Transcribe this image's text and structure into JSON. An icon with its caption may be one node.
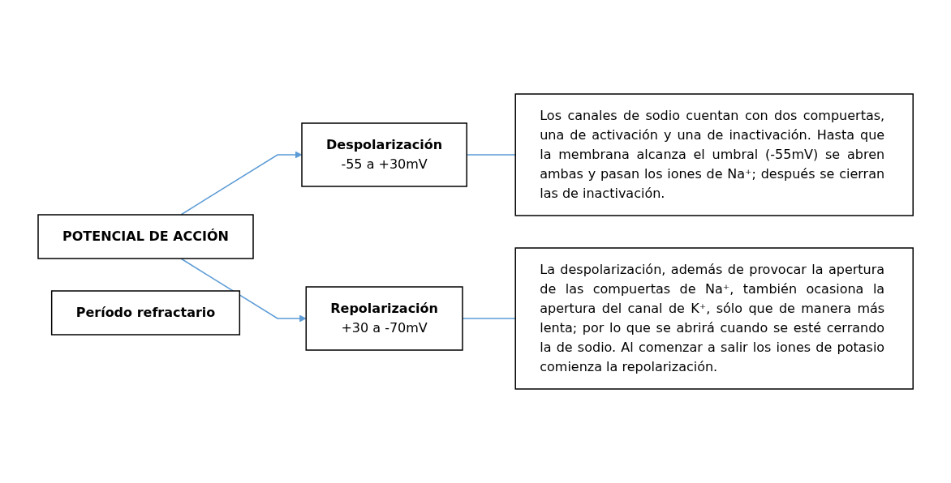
{
  "diagram": {
    "nodes": [
      {
        "text": [
          "POTENCIAL DE ACCIÓN"
        ]
      },
      {
        "text": [
          "Despolarización",
          "-55 a +30mV"
        ]
      },
      {
        "text": [
          "Los canales de sodio cuentan con dos compuertas, una de activación y una de inactivación. Hasta que la membrana alcanza el umbral (-55mV) se abren ambas y pasan los iones de Na⁺; después se cierran las de inactivación."
        ]
      },
      {
        "text": [
          "Repolarización",
          "+30 a -70mV"
        ]
      },
      {
        "text": [
          "La despolarización, además de provocar la apertura de las compuertas de Na⁺, también ocasiona la apertura del canal de K⁺, sólo que de manera más lenta; por lo que se abrirá cuando se esté cerrando la de sodio. Al comenzar a salir los iones de potasio comienza la repolarización."
        ]
      },
      {
        "text": [
          "Período refractario"
        ]
      }
    ],
    "edges": [
      {
        "from": 0,
        "to": 1,
        "arrow": "to"
      },
      {
        "from": 0,
        "to": 3,
        "arrow": "to"
      },
      {
        "from": 1,
        "to": 2,
        "arrow": "none"
      },
      {
        "from": 3,
        "to": 4,
        "arrow": "none"
      }
    ]
  }
}
